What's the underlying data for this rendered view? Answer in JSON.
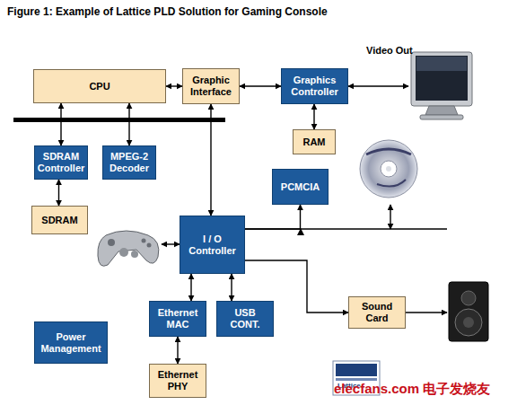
{
  "diagram": {
    "title": "Figure 1: Example of Lattice PLD Solution for Gaming Console",
    "nodes": [
      {
        "text": [
          "CPU"
        ]
      },
      {
        "text": [
          "Graphic Interface"
        ]
      },
      {
        "text": [
          "Graphics Controller"
        ]
      },
      {
        "text": [
          "RAM"
        ]
      },
      {
        "text": [
          "SDRAM Controller"
        ]
      },
      {
        "text": [
          "MPEG-2 Decoder"
        ]
      },
      {
        "text": [
          "SDRAM"
        ]
      },
      {
        "text": [
          "PCMCIA"
        ]
      },
      {
        "text": [
          "I / O Controller"
        ]
      },
      {
        "text": [
          "Ethernet MAC"
        ]
      },
      {
        "text": [
          "USB CONT."
        ]
      },
      {
        "text": [
          "Power Management"
        ]
      },
      {
        "text": [
          "Ethernet PHY"
        ]
      },
      {
        "text": [
          "Sound Card"
        ]
      }
    ],
    "edges": [
      {
        "from": 0,
        "to": 1,
        "arrow": "both"
      },
      {
        "from": 1,
        "to": 2,
        "arrow": "both"
      },
      {
        "from": 2,
        "to": 3,
        "arrow": "both"
      },
      {
        "from": 0,
        "to": 4,
        "arrow": "both"
      },
      {
        "from": 0,
        "to": 5,
        "arrow": "both"
      },
      {
        "from": 4,
        "to": 6,
        "arrow": "both"
      },
      {
        "from": 1,
        "to": 8,
        "arrow": "both"
      },
      {
        "from": 8,
        "to": 7,
        "arrow": "to"
      },
      {
        "from": 8,
        "to": 9,
        "arrow": "both"
      },
      {
        "from": 8,
        "to": 10,
        "arrow": "both"
      },
      {
        "from": 9,
        "to": 12,
        "arrow": "both"
      },
      {
        "from": 8,
        "to": 13,
        "arrow": "to"
      }
    ],
    "labels": [
      "Video Out",
      "Lattice",
      "elecfans.com 电子发烧友"
    ]
  }
}
